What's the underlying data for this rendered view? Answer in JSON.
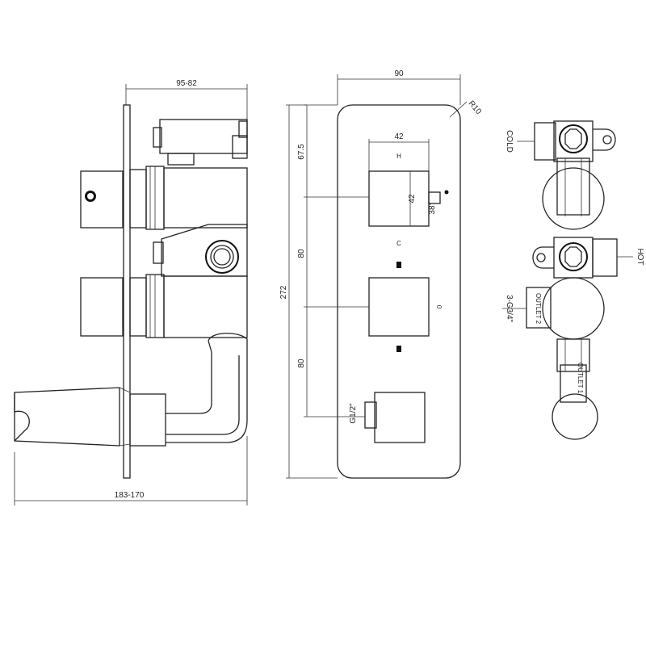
{
  "side_view": {
    "dim_depth": "95-82",
    "dim_overall_depth": "183-170"
  },
  "front_view": {
    "dim_width": "90",
    "dim_radius": "R10",
    "dim_handle_width": "42",
    "dim_handle_height": "42",
    "dim_angle": "38°",
    "dim_top_offset": "67.5",
    "dim_spacing_1": "80",
    "dim_spacing_2": "80",
    "dim_height": "272",
    "dim_outlet_thread": "G1/2\"",
    "label_hot": "H",
    "label_cold": "C",
    "label_outlet_pos": "0"
  },
  "rear_view": {
    "label_cold": "COLD",
    "label_hot": "HOT",
    "label_thread": "3-G3/4\"",
    "label_outlet_2": "OUTLET 2",
    "label_outlet_1": "OUTLET 1"
  },
  "colors": {
    "line": "#222222",
    "background": "#ffffff"
  }
}
